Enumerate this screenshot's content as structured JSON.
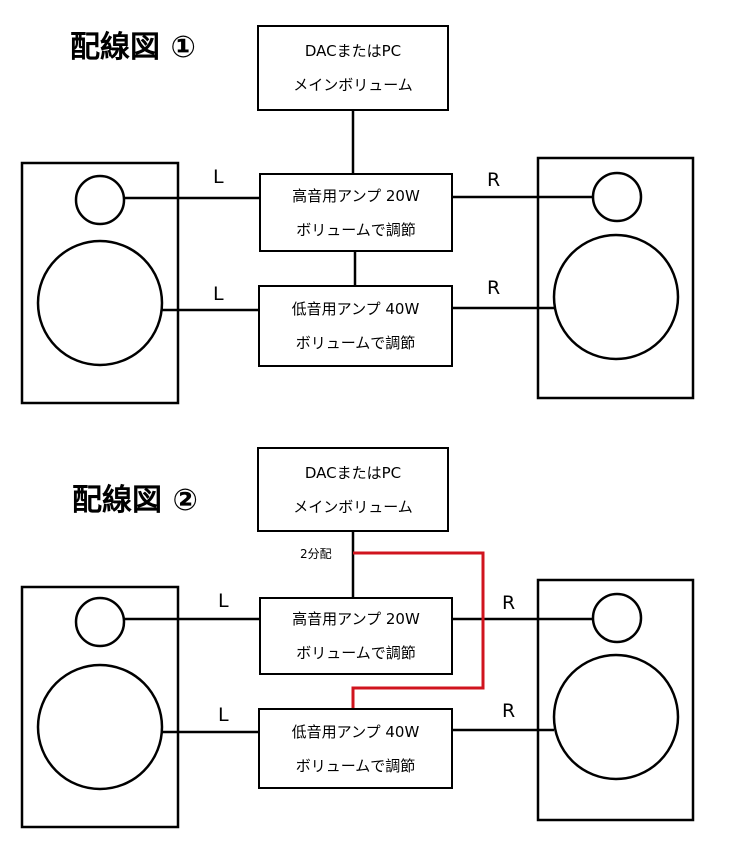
{
  "diagram1": {
    "title": "配線図 ①",
    "source": {
      "line1": "DACまたはPC",
      "line2": "メインボリューム"
    },
    "high_amp": {
      "line1": "高音用アンプ 20W",
      "line2": "ボリュームで調節"
    },
    "low_amp": {
      "line1": "低音用アンプ 40W",
      "line2": "ボリュームで調節"
    },
    "left_label": "L",
    "right_label": "R"
  },
  "diagram2": {
    "title": "配線図 ②",
    "source": {
      "line1": "DACまたはPC",
      "line2": "メインボリューム"
    },
    "split_label": "2分配",
    "high_amp": {
      "line1": "高音用アンプ 20W",
      "line2": "ボリュームで調節"
    },
    "low_amp": {
      "line1": "低音用アンプ 40W",
      "line2": "ボリュームで調節"
    },
    "left_label": "L",
    "right_label": "R"
  },
  "colors": {
    "line": "#000000",
    "split_wire": "#d0141e"
  }
}
